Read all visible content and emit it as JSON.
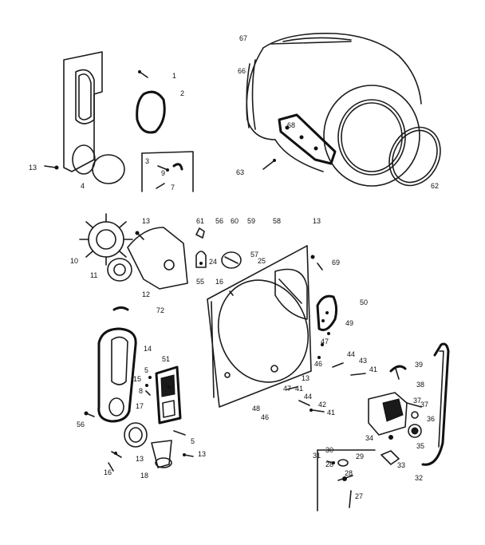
{
  "callouts": [
    {
      "id": "c-67",
      "text": "67"
    },
    {
      "id": "c-66",
      "text": "66"
    },
    {
      "id": "c-68",
      "text": "68"
    },
    {
      "id": "c-63",
      "text": "63"
    },
    {
      "id": "c-62",
      "text": "62"
    },
    {
      "id": "c-1",
      "text": "1"
    },
    {
      "id": "c-2",
      "text": "2"
    },
    {
      "id": "c-13a",
      "text": "13"
    },
    {
      "id": "c-4",
      "text": "4"
    },
    {
      "id": "c-3",
      "text": "3"
    },
    {
      "id": "c-9",
      "text": "9"
    },
    {
      "id": "c-7",
      "text": "7"
    },
    {
      "id": "c-13b",
      "text": "13"
    },
    {
      "id": "c-10",
      "text": "10"
    },
    {
      "id": "c-11",
      "text": "11"
    },
    {
      "id": "c-12",
      "text": "12"
    },
    {
      "id": "c-72",
      "text": "72"
    },
    {
      "id": "c-61",
      "text": "61"
    },
    {
      "id": "c-56a",
      "text": "56"
    },
    {
      "id": "c-60",
      "text": "60"
    },
    {
      "id": "c-59",
      "text": "59"
    },
    {
      "id": "c-58",
      "text": "58"
    },
    {
      "id": "c-13c",
      "text": "13"
    },
    {
      "id": "c-57",
      "text": "57"
    },
    {
      "id": "c-25",
      "text": "25"
    },
    {
      "id": "c-24",
      "text": "24"
    },
    {
      "id": "c-16a",
      "text": "16"
    },
    {
      "id": "c-55",
      "text": "55"
    },
    {
      "id": "c-69",
      "text": "69"
    },
    {
      "id": "c-50",
      "text": "50"
    },
    {
      "id": "c-49",
      "text": "49"
    },
    {
      "id": "c-47a",
      "text": "47"
    },
    {
      "id": "c-46a",
      "text": "46"
    },
    {
      "id": "c-44a",
      "text": "44"
    },
    {
      "id": "c-43",
      "text": "43"
    },
    {
      "id": "c-41a",
      "text": "41"
    },
    {
      "id": "c-39",
      "text": "39"
    },
    {
      "id": "c-38",
      "text": "38"
    },
    {
      "id": "c-14",
      "text": "14"
    },
    {
      "id": "c-51",
      "text": "51"
    },
    {
      "id": "c-5a",
      "text": "5"
    },
    {
      "id": "c-15",
      "text": "15"
    },
    {
      "id": "c-8",
      "text": "8"
    },
    {
      "id": "c-13d",
      "text": "13"
    },
    {
      "id": "c-47b",
      "text": "47"
    },
    {
      "id": "c-41b",
      "text": "41"
    },
    {
      "id": "c-44b",
      "text": "44"
    },
    {
      "id": "c-42",
      "text": "42"
    },
    {
      "id": "c-41c",
      "text": "41"
    },
    {
      "id": "c-48",
      "text": "48"
    },
    {
      "id": "c-46b",
      "text": "46"
    },
    {
      "id": "c-56b",
      "text": "56"
    },
    {
      "id": "c-17",
      "text": "17"
    },
    {
      "id": "c-5b",
      "text": "5"
    },
    {
      "id": "c-13e",
      "text": "13"
    },
    {
      "id": "c-16b",
      "text": "16"
    },
    {
      "id": "c-18",
      "text": "18"
    },
    {
      "id": "c-13f",
      "text": "13"
    },
    {
      "id": "c-37a",
      "text": "37"
    },
    {
      "id": "c-36",
      "text": "36"
    },
    {
      "id": "c-35",
      "text": "35"
    },
    {
      "id": "c-34",
      "text": "34"
    },
    {
      "id": "c-33",
      "text": "33"
    },
    {
      "id": "c-32",
      "text": "32"
    },
    {
      "id": "c-31",
      "text": "31"
    },
    {
      "id": "c-30",
      "text": "30"
    },
    {
      "id": "c-29",
      "text": "29"
    },
    {
      "id": "c-28a",
      "text": "28"
    },
    {
      "id": "c-28b",
      "text": "28"
    },
    {
      "id": "c-27",
      "text": "27"
    },
    {
      "id": "c-37b",
      "text": "37"
    }
  ]
}
